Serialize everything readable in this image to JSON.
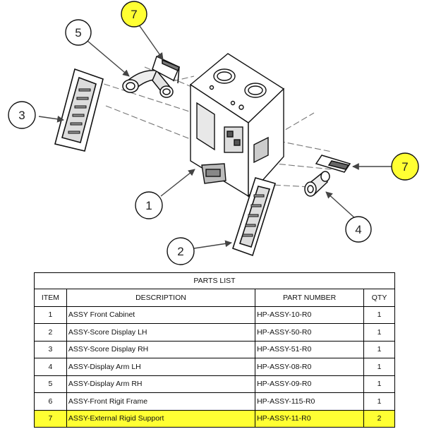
{
  "callouts": [
    {
      "label": "7"
    },
    {
      "label": "5"
    },
    {
      "label": "3"
    },
    {
      "label": "1"
    },
    {
      "label": "2"
    },
    {
      "label": "4"
    },
    {
      "label": "7"
    }
  ],
  "colors": {
    "highlight": "#ffff33",
    "line": "#000000"
  },
  "parts_list": {
    "title": "PARTS LIST",
    "headers": {
      "item": "ITEM",
      "description": "DESCRIPTION",
      "part_number": "PART NUMBER",
      "qty": "QTY"
    },
    "rows": [
      {
        "item": "1",
        "description": "ASSY Front Cabinet",
        "part_number": "HP-ASSY-10-R0",
        "qty": "1"
      },
      {
        "item": "2",
        "description": "ASSY-Score Display LH",
        "part_number": "HP-ASSY-50-R0",
        "qty": "1"
      },
      {
        "item": "3",
        "description": "ASSY-Score Display RH",
        "part_number": "HP-ASSY-51-R0",
        "qty": "1"
      },
      {
        "item": "4",
        "description": "ASSY-Display Arm LH",
        "part_number": "HP-ASSY-08-R0",
        "qty": "1"
      },
      {
        "item": "5",
        "description": "ASSY-Display Arm RH",
        "part_number": "HP-ASSY-09-R0",
        "qty": "1"
      },
      {
        "item": "6",
        "description": "ASSY-Front Rigit Frame",
        "part_number": "HP-ASSY-115-R0",
        "qty": "1"
      },
      {
        "item": "7",
        "description": "ASSY-External Rigid Support",
        "part_number": "HP-ASSY-11-R0",
        "qty": "2",
        "highlighted": true
      }
    ]
  }
}
